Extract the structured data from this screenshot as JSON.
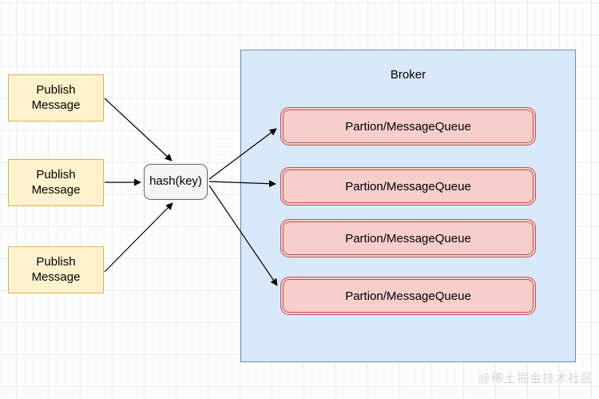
{
  "publishers": [
    {
      "label": "Publish Message"
    },
    {
      "label": "Publish Message"
    },
    {
      "label": "Publish Message"
    }
  ],
  "hash_node": {
    "label": "hash(key)"
  },
  "broker": {
    "title": "Broker",
    "queues": [
      {
        "label": "Partion/MessageQueue"
      },
      {
        "label": "Partion/MessageQueue"
      },
      {
        "label": "Partion/MessageQueue"
      },
      {
        "label": "Partion/MessageQueue"
      }
    ]
  },
  "watermark": {
    "text": "@稀土掘金技术社区"
  },
  "colors": {
    "publisher_fill": "#FFF2CC",
    "publisher_border": "#D6B656",
    "hash_fill": "#F5F5F5",
    "hash_border": "#666666",
    "broker_fill": "#DAE8FC",
    "broker_border": "#6C8EBF",
    "queue_fill": "#F8CECC",
    "queue_border": "#B85450",
    "arrow": "#000000",
    "watermark_text": "#D5D5D5"
  }
}
